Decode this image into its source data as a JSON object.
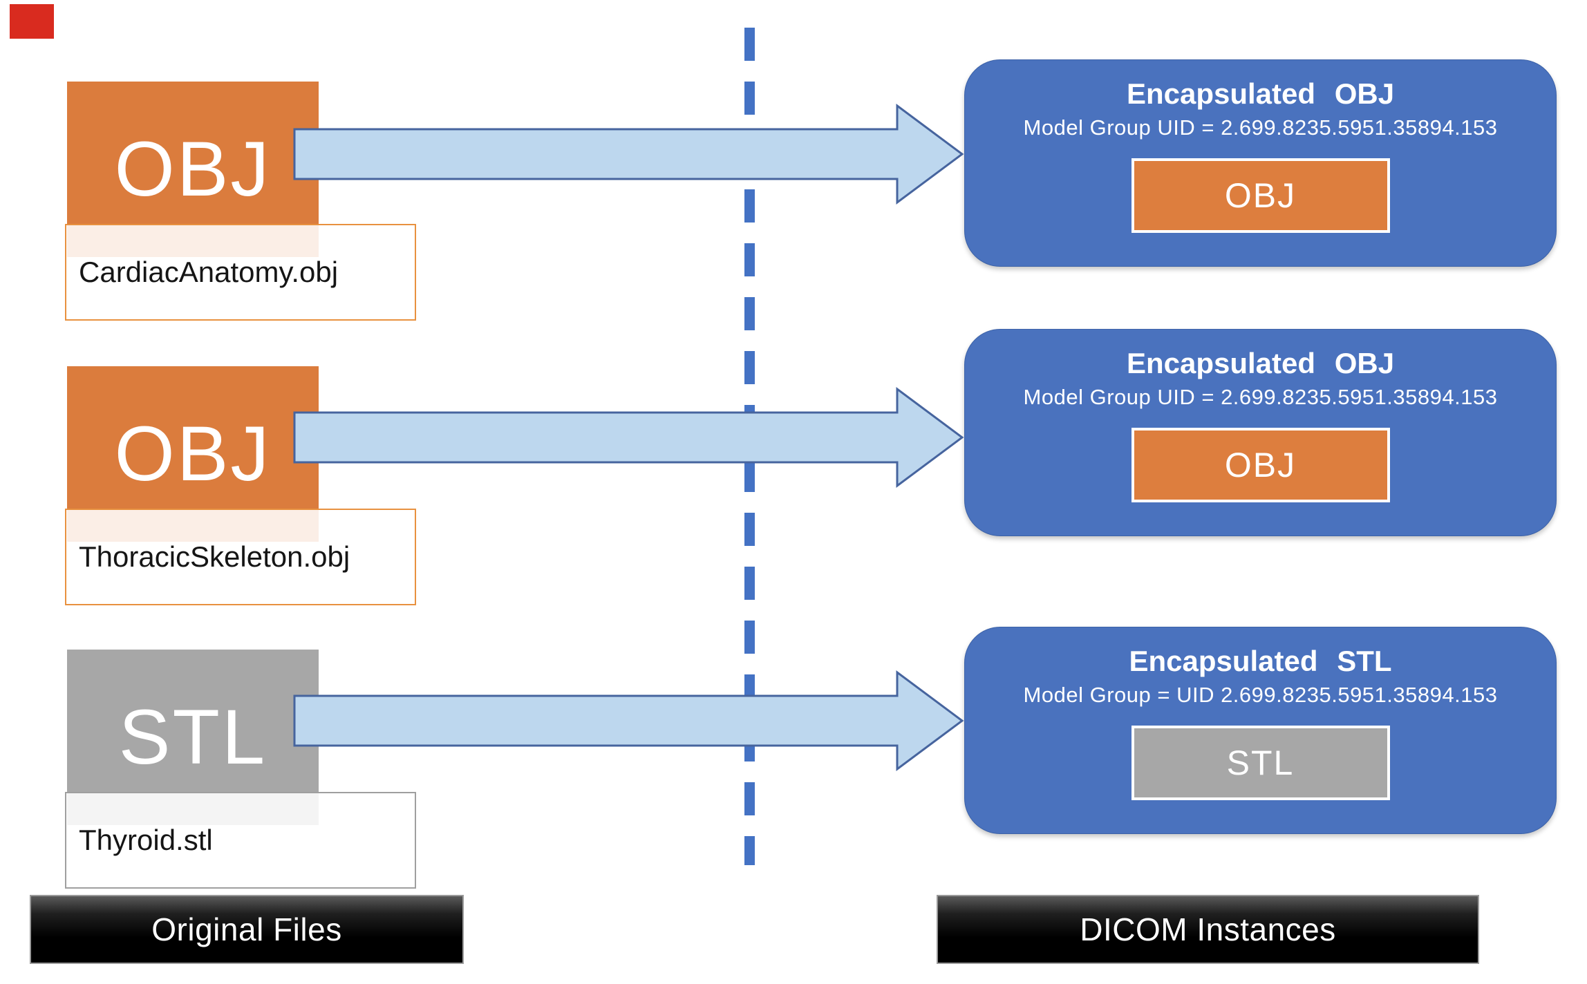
{
  "colors": {
    "orange": "#DB7C3D",
    "orange_border": "#E8913F",
    "gray": "#A7A7A7",
    "gray_border": "#9F9F9F",
    "chip_orange": "#DD7E3E",
    "chip_gray": "#A7A7A7",
    "blue_card": "#4A72BE",
    "blue_line": "#4472C4",
    "arrow_fill": "#BDD7EE",
    "arrow_stroke": "#46649E",
    "red_marker": "#D92B1F"
  },
  "original_files": {
    "section_label": "Original Files",
    "items": [
      {
        "type_label": "OBJ",
        "filename": "CardiacAnatomy.obj"
      },
      {
        "type_label": "OBJ",
        "filename": "ThoracicSkeleton.obj"
      },
      {
        "type_label": "STL",
        "filename": "Thyroid.stl"
      }
    ]
  },
  "dicom_instances": {
    "section_label": "DICOM Instances",
    "items": [
      {
        "title": "Encapsulated OBJ",
        "uid_line": "Model Group UID = 2.699.8235.5951.35894.153",
        "chip_label": "OBJ"
      },
      {
        "title": "Encapsulated OBJ",
        "uid_line": "Model Group UID = 2.699.8235.5951.35894.153",
        "chip_label": "OBJ"
      },
      {
        "title": "Encapsulated STL",
        "uid_line": "Model Group = UID 2.699.8235.5951.35894.153",
        "chip_label": "STL"
      }
    ]
  }
}
